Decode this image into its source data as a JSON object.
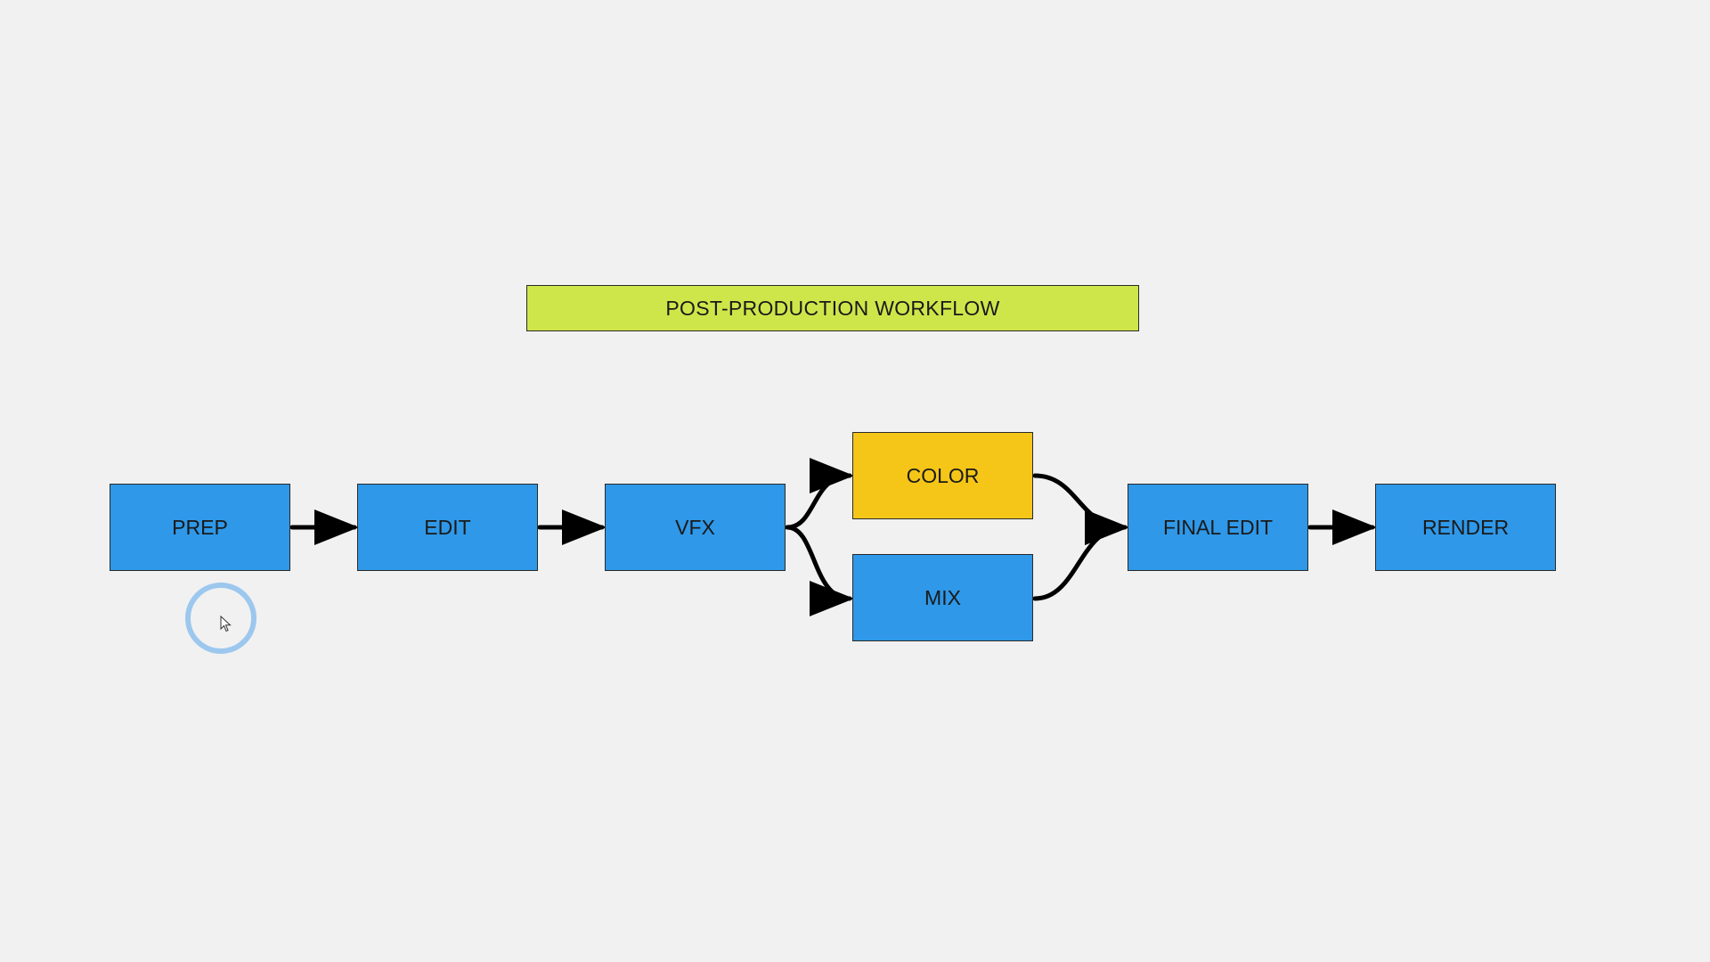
{
  "diagram": {
    "title": "POST-PRODUCTION WORKFLOW",
    "nodes": {
      "prep": "PREP",
      "edit": "EDIT",
      "vfx": "VFX",
      "color": "COLOR",
      "mix": "MIX",
      "final_edit": "FINAL EDIT",
      "render": "RENDER"
    },
    "edges": [
      {
        "from": "PREP",
        "to": "EDIT"
      },
      {
        "from": "EDIT",
        "to": "VFX"
      },
      {
        "from": "VFX",
        "to": "COLOR"
      },
      {
        "from": "VFX",
        "to": "MIX"
      },
      {
        "from": "COLOR",
        "to": "FINAL EDIT"
      },
      {
        "from": "MIX",
        "to": "FINAL EDIT"
      },
      {
        "from": "FINAL EDIT",
        "to": "RENDER"
      }
    ],
    "colors": {
      "background": "#f1f1f1",
      "title_fill": "#cfe64a",
      "node_blue": "#2f98e8",
      "node_highlight": "#f5c617",
      "edge": "#000000",
      "cursor_ring": "#9cc7ee"
    }
  },
  "overlay": {
    "cursor_icon": "pointer-cursor-icon",
    "click_indicator": "click-ring"
  }
}
